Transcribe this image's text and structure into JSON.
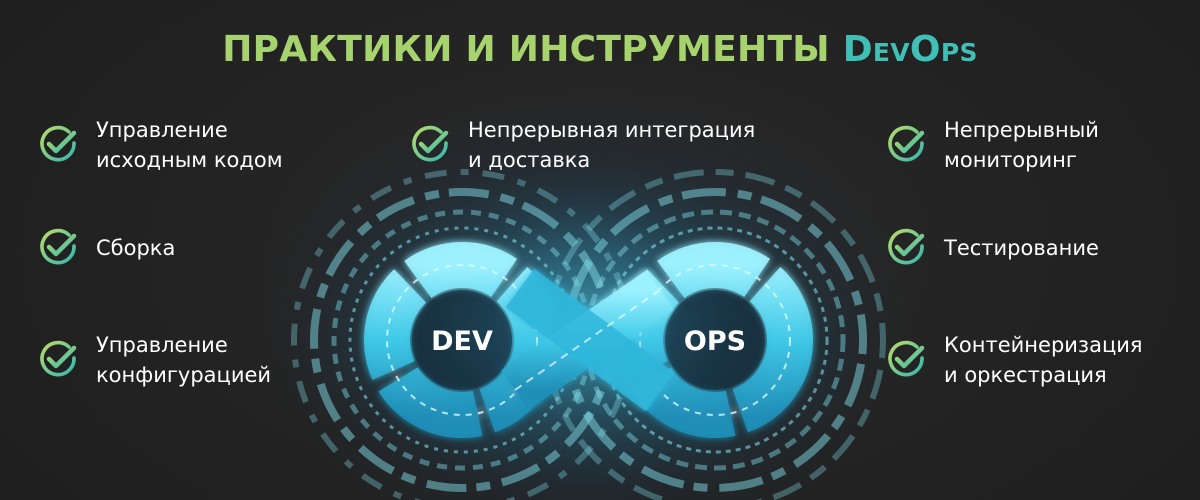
{
  "header": {
    "title_part1": "ПРАКТИКИ И ИНСТРУМЕНТЫ ",
    "title_part2": "DevOps"
  },
  "hub": {
    "left_label": "DEV",
    "right_label": "OPS"
  },
  "practices": [
    {
      "label": "Управление\nисходным кодом",
      "icon": "check-circle-icon"
    },
    {
      "label": "Сборка",
      "icon": "check-circle-icon"
    },
    {
      "label": "Управление\nконфигурацией",
      "icon": "check-circle-icon"
    },
    {
      "label": "Непрерывная интеграция\nи доставка",
      "icon": "check-circle-icon"
    },
    {
      "label": "Непрерывный\nмониторинг",
      "icon": "check-circle-icon"
    },
    {
      "label": "Тестирование",
      "icon": "check-circle-icon"
    },
    {
      "label": "Контейнеризация\nи оркестрация",
      "icon": "check-circle-icon"
    }
  ],
  "colors": {
    "background": "#232323",
    "title_green": "#a7d36e",
    "title_teal": "#3fbfb6",
    "check_gradient_start": "#b7dc6a",
    "check_gradient_end": "#35b8b0",
    "infinity_glow": "#49d6f0",
    "infinity_ring": "#7fd9e6"
  }
}
